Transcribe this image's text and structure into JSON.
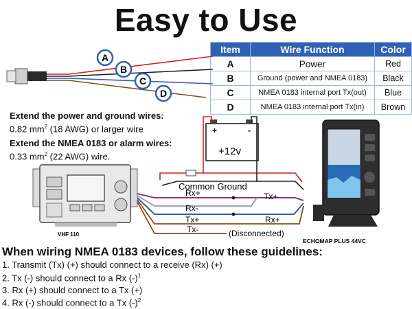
{
  "title": "Easy to Use",
  "table": {
    "headers": [
      "Item",
      "Wire Function",
      "Color"
    ],
    "rows": [
      {
        "item": "A",
        "function": "Power",
        "color": "Red"
      },
      {
        "item": "B",
        "function": "Ground (power and NMEA 0183)",
        "color": "Black"
      },
      {
        "item": "C",
        "function": "NMEA 0183 internal port Tx(out)",
        "color": "Blue"
      },
      {
        "item": "D",
        "function": "NMEA 0183 internal port Tx(in)",
        "color": "Brown"
      }
    ]
  },
  "connector_labels": [
    "A",
    "B",
    "C",
    "D"
  ],
  "notes": {
    "power_heading": "Extend the power and ground wires:",
    "power_spec_prefix": "0.82 mm",
    "power_spec_suffix": " (18 AWG) or larger wire",
    "nmea_heading": "Extend the NMEA 0183 or alarm wires:",
    "nmea_spec_prefix": "0.33 mm",
    "nmea_spec_suffix": " (22 AWG) wire.",
    "superscript_2": "2"
  },
  "diagram": {
    "battery_plus": "+",
    "battery_minus": "-",
    "voltage": "+12v",
    "common_ground": "Common Ground",
    "radio_label": "VHF 110",
    "chartplotter_label": "ECHOMAP PLUS 44VC",
    "rx_plus": "Rx+",
    "rx_minus": "Rx-",
    "tx_plus": "Tx+",
    "tx_minus": "Tx-",
    "right_tx_plus": "Tx+",
    "right_rx_plus": "Rx+",
    "disconnected": "(Disconnected)"
  },
  "guidelines": {
    "title": "When wiring NMEA 0183 devices, follow these guidelines:",
    "items": [
      {
        "text": "1. Transmit (Tx) (+) should connect to a receive (Rx) (+)",
        "sup": ""
      },
      {
        "text": "2. Tx (-) should connect to a Rx (-)",
        "sup": "1"
      },
      {
        "text": "3. Rx (+) should connect to a Tx (+)",
        "sup": ""
      },
      {
        "text": "4. Rx (-) should connect to a Tx (-)",
        "sup": "2"
      }
    ]
  },
  "colors": {
    "table_header": "#2f62b4",
    "power": "#d81e1e",
    "ground": "#222222",
    "blue": "#2f5fb8",
    "brown": "#8a4a1c",
    "purple": "#7a3aa6",
    "gray": "#9a9a9a",
    "circle_outline": "#2f62b4"
  }
}
